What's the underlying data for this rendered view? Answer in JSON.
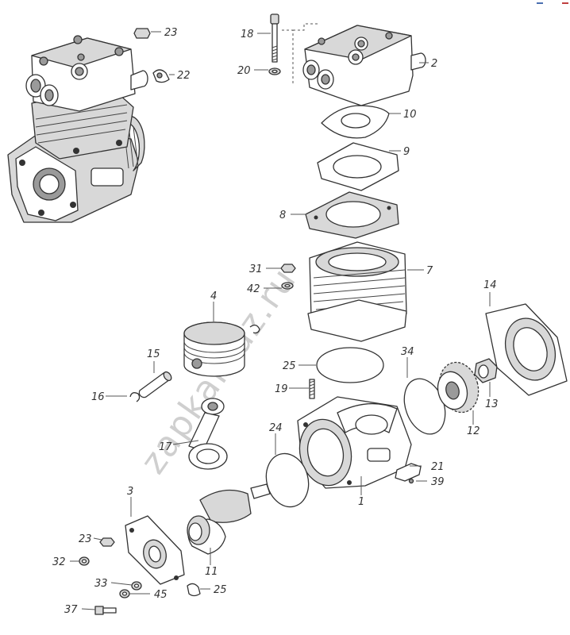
{
  "watermark": "zapkamaz.ru",
  "labels": {
    "l1": "1",
    "l2": "2",
    "l3": "3",
    "l4": "4",
    "l7": "7",
    "l8": "8",
    "l9": "9",
    "l10": "10",
    "l11": "11",
    "l12": "12",
    "l13": "13",
    "l14": "14",
    "l15": "15",
    "l16": "16",
    "l17": "17",
    "l18": "18",
    "l19": "19",
    "l20": "20",
    "l21": "21",
    "l22": "22",
    "l23a": "23",
    "l23b": "23",
    "l24": "24",
    "l25a": "25",
    "l25b": "25",
    "l31": "31",
    "l32": "32",
    "l33": "33",
    "l34": "34",
    "l37": "37",
    "l39": "39",
    "l42": "42",
    "l45": "45"
  }
}
